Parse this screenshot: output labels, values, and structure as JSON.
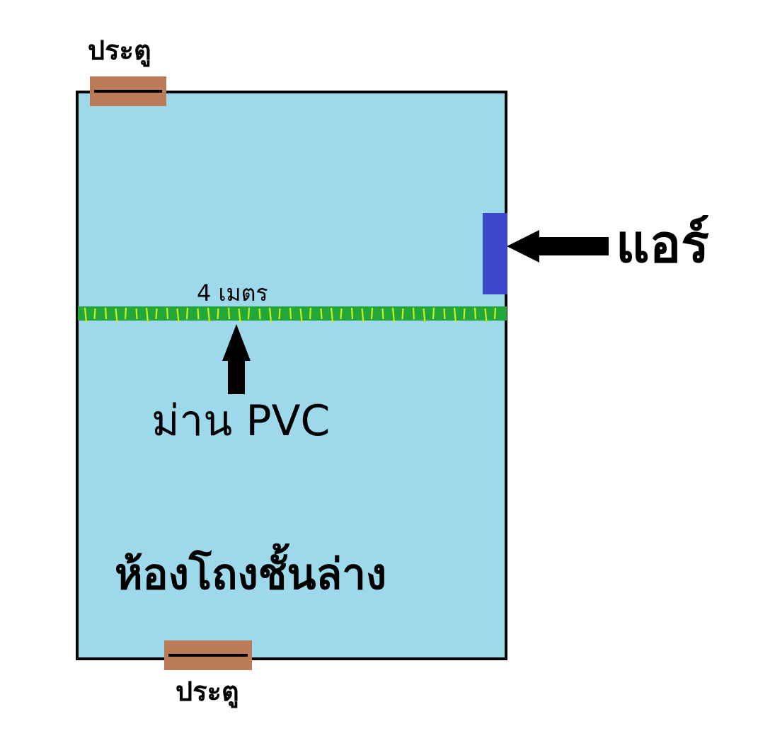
{
  "labels": {
    "door_top": "ประตู",
    "door_bottom": "ประตู",
    "air_conditioner": "แอร์",
    "curtain_length": "4 เมตร",
    "pvc_curtain": "ม่าน PVC",
    "room_name": "ห้องโถงชั้นล่าง"
  },
  "colors": {
    "room_fill": "#9dd9ea",
    "room_border": "#000000",
    "door": "#bb7b58",
    "air_conditioner": "#3e48cc",
    "curtain": "#22a83a",
    "curtain_strips": "#c8f020",
    "arrow": "#000000"
  }
}
